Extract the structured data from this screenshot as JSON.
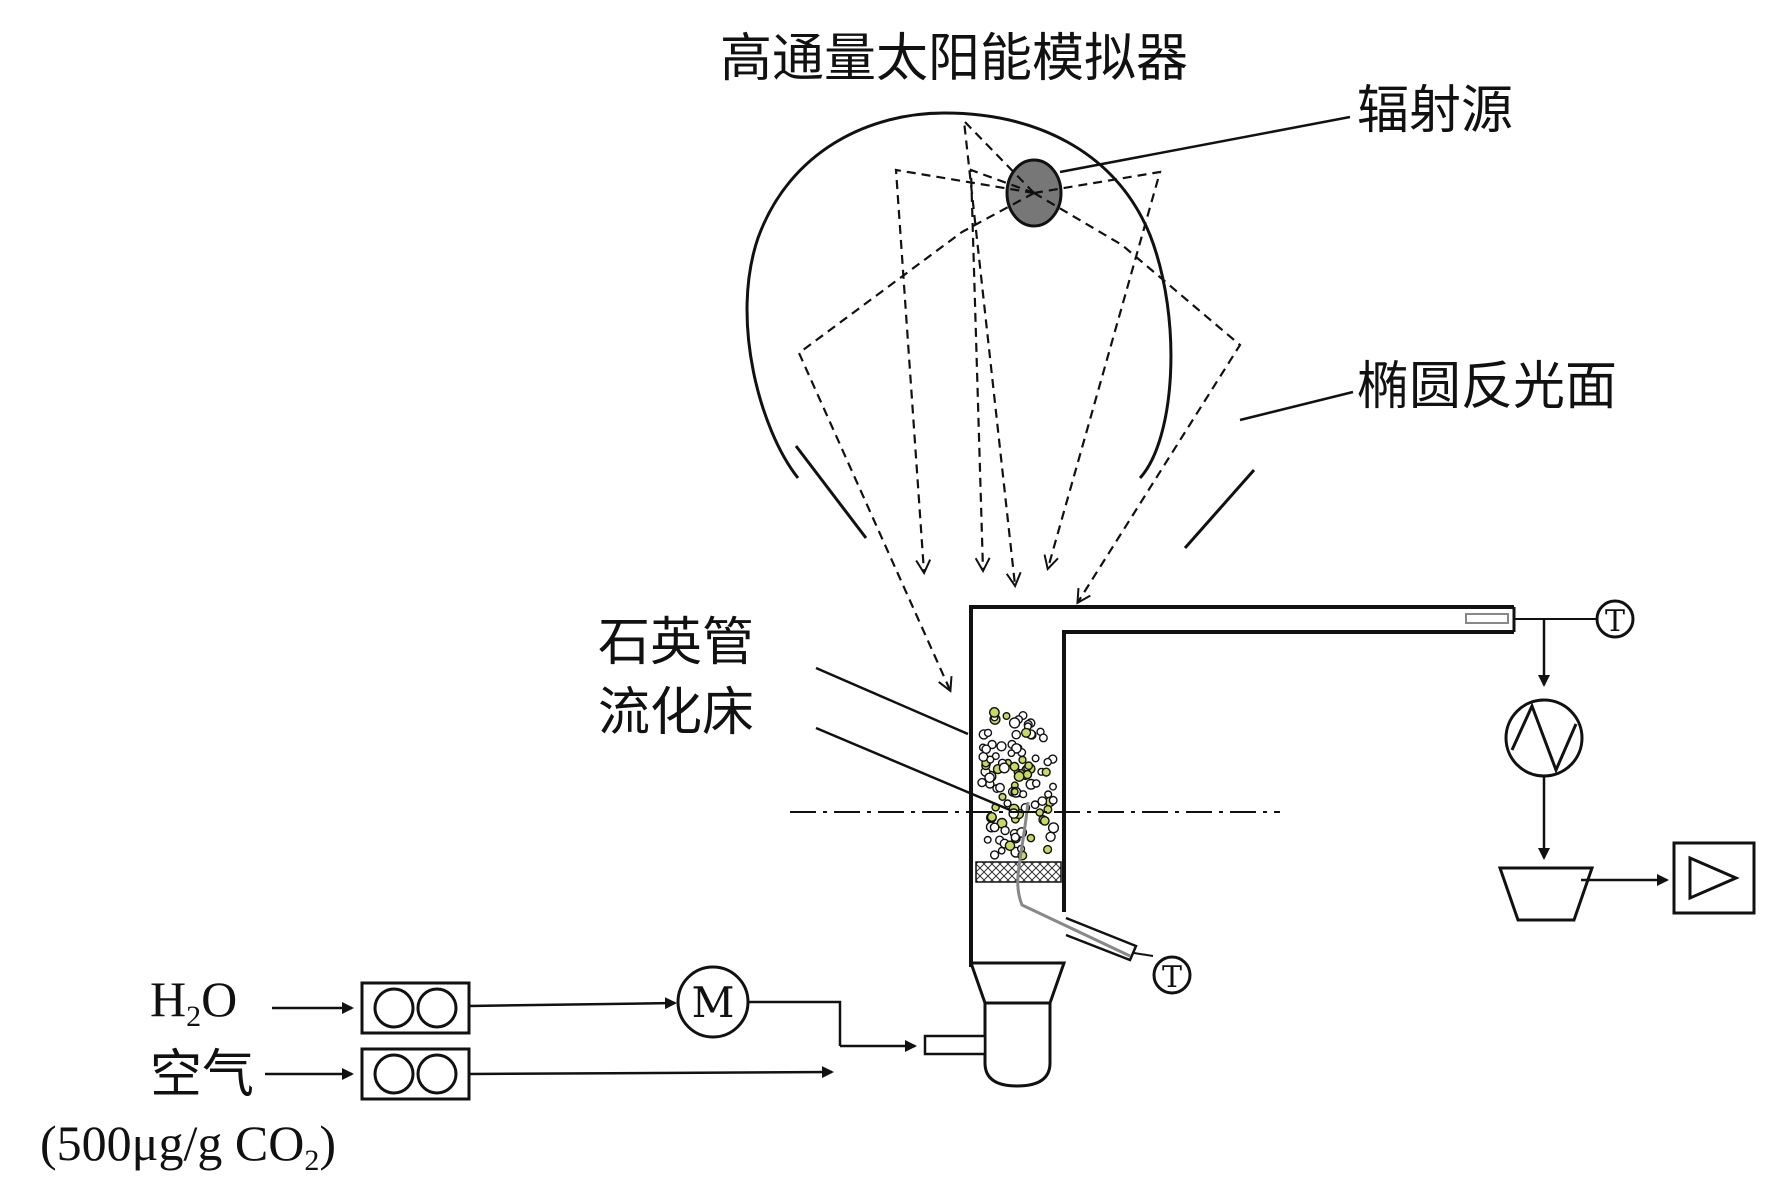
{
  "labels": {
    "simulator": "高通量太阳能模拟器",
    "radiation_source": "辐射源",
    "ellipsoidal_reflector": "椭圆反光面",
    "quartz_tube": "石英管",
    "fluidized_bed": "流化床",
    "water": "H",
    "water_sub": "2",
    "water_tail": "O",
    "air": "空气",
    "co2_prefix": "(500μg/g CO",
    "co2_sub": "2",
    "co2_tail": ")"
  },
  "symbols": {
    "thermocouple": "T",
    "pump": "M"
  },
  "colors": {
    "line": "#111111",
    "source_fill": "#777777",
    "particle_fill": "#c8d860",
    "probe": "#888888"
  }
}
